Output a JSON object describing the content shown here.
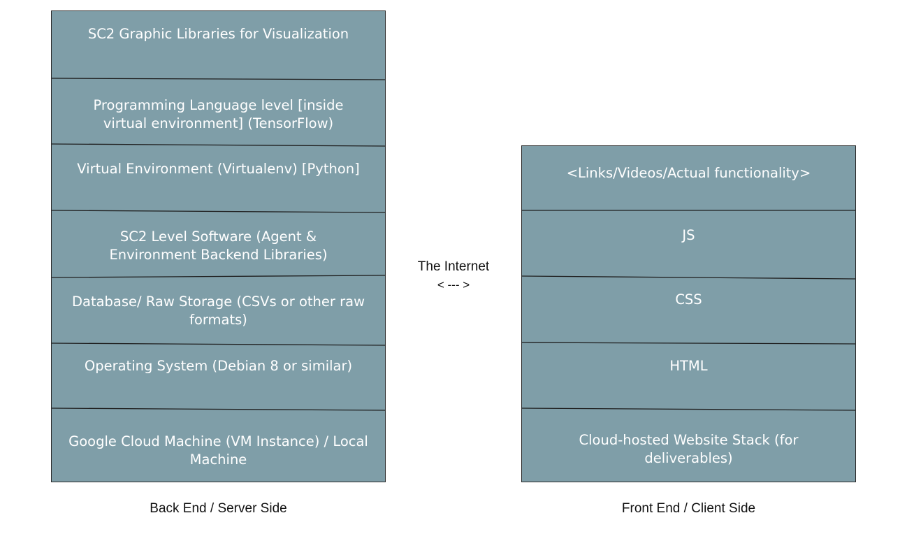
{
  "backend": {
    "layers": [
      "SC2 Graphic Libraries for Visualization",
      "Programming Language level [inside virtual environment] (TensorFlow)",
      "Virtual Environment (Virtualenv) [Python]",
      "SC2 Level Software (Agent & Environment Backend Libraries)",
      "Database/ Raw Storage (CSVs or other raw formats)",
      "Operating System (Debian 8 or similar)",
      "Google Cloud Machine (VM Instance) / Local Machine"
    ],
    "caption": "Back End / Server Side"
  },
  "frontend": {
    "layers": [
      "<Links/Videos/Actual functionality>",
      "JS",
      "CSS",
      "HTML",
      "Cloud-hosted Website Stack (for deliverables)"
    ],
    "caption": "Front End / Client Side"
  },
  "connector": {
    "label": "The Internet",
    "arrow": "< --- >"
  },
  "colors": {
    "layer_fill": "#7f9ea8",
    "layer_text": "#ffffff",
    "separator": "#1f1f1f"
  }
}
